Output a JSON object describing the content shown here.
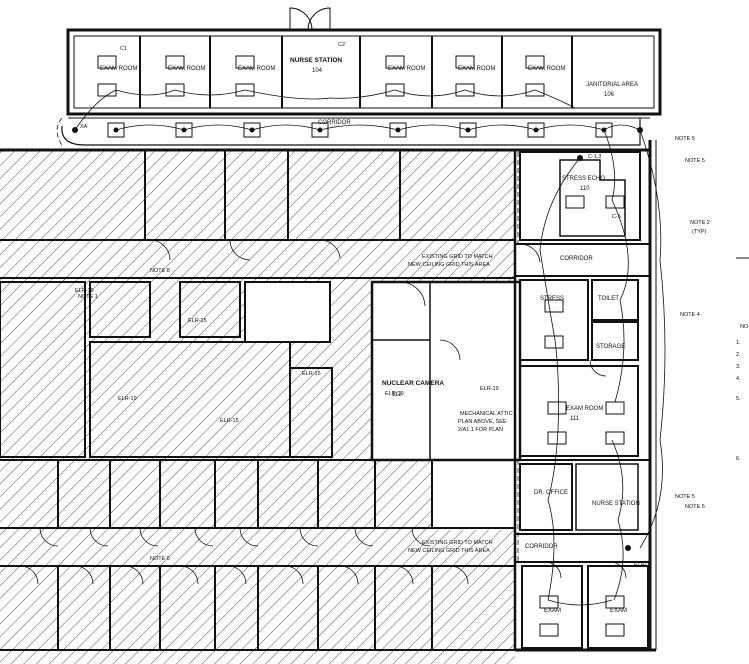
{
  "rooms": {
    "exam_top": [
      "EXAM ROOM",
      "EXAM ROOM",
      "EXAM ROOM",
      "EXAM ROOM",
      "EXAM ROOM",
      "EXAM ROOM"
    ],
    "nurse_station": "NURSE STATION",
    "nurse_station_num": "104",
    "janitorial": "JANITORIAL AREA",
    "janitorial_num": "106",
    "corridor_top": "CORRIDOR",
    "corridor_bottom": "CORRIDOR",
    "stress_echo": "STRESS ECHO",
    "stress_echo_num": "110",
    "stress": "STRESS",
    "storage": "STORAGE",
    "toilet": "TOILET",
    "corridor_mid": "CORRIDOR",
    "nuclear_camera": "NUCLEAR CAMERA",
    "nuclear_camera_num": "112",
    "exam_right": "EXAM ROOM",
    "exam_right_num": "111",
    "dr_office": "DR. OFFICE",
    "nurse_station_right": "NURSE STATION",
    "exam_bottom": [
      "EXAM",
      "EXAM"
    ]
  },
  "notes": {
    "note8": "NOTE 8",
    "note6": "NOTE 6",
    "note5_a": "NOTE 5",
    "note5_b": "NOTE 5",
    "note5_c": "NOTE 5",
    "note5_d": "NOTE 5",
    "note2": "NOTE 2",
    "note2_typ": "(TYP)",
    "note4": "NOTE 4",
    "existing_grid_1": "EXISTING GRID TO MATCH",
    "existing_grid_2": "NEW CEILING GRID THIS AREA",
    "existing_grid_3": "EXISTING GRID TO MATCH",
    "existing_grid_4": "NEW CEILING GRID THIS AREA",
    "mech_attic_1": "MECHANICAL ATTIC",
    "mech_attic_2": "PLAN ABOVE, SEE",
    "mech_attic_3": "2/A1.1 FOR PLAN",
    "elr_labels": [
      "ELR-19",
      "ELR-15",
      "ELR-19",
      "ELR-15",
      "ELR-15",
      "ELR-19",
      "ELR-19"
    ],
    "note1": "NOTE 1",
    "elr1": "ELR-1",
    "xa": "XA",
    "right_margin": [
      "NO",
      "1.",
      "2.",
      "3.",
      "4.",
      "5.",
      "6."
    ]
  },
  "circuits": {
    "c1": "C1",
    "c2": "C2",
    "c5": "C-5",
    "c12": "C-1,3"
  },
  "colors": {
    "line": "#111111",
    "hatch": "#555555"
  }
}
